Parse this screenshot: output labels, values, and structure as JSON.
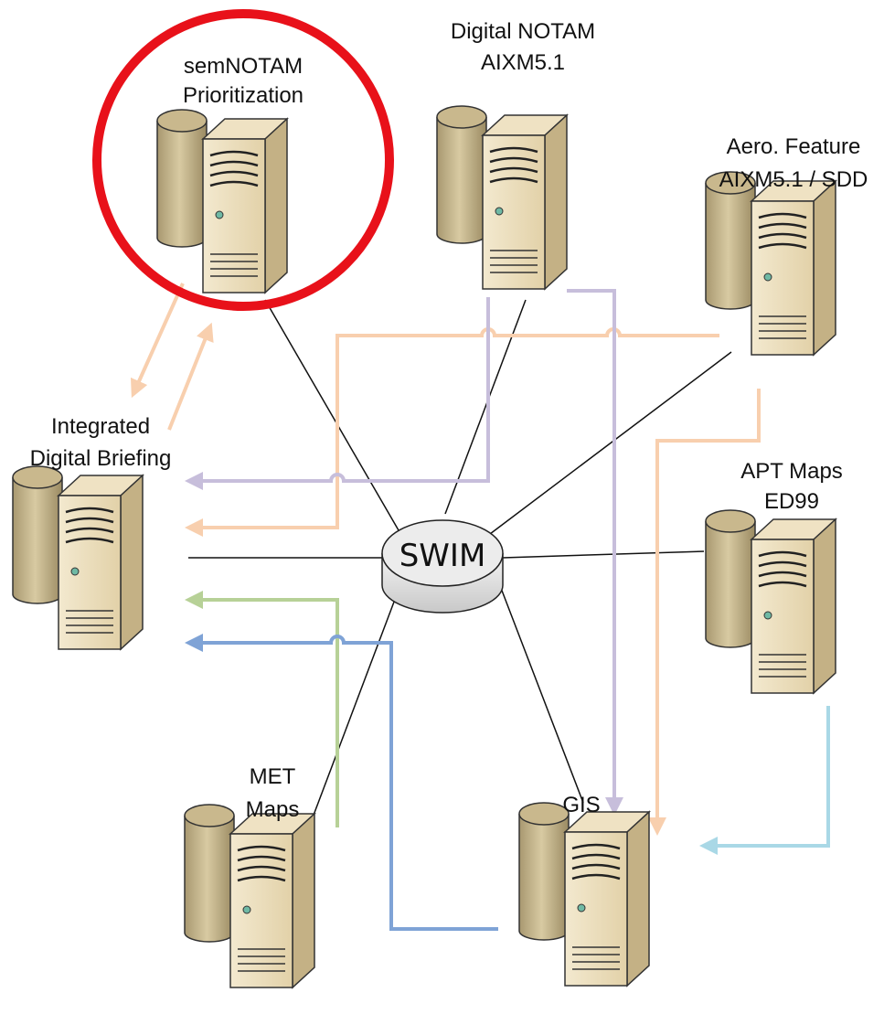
{
  "nodes": {
    "semnotam": {
      "label_line1": "semNOTAM",
      "label_line2": "Prioritization"
    },
    "digital_notam": {
      "label_line1": "Digital NOTAM",
      "label_line2": "AIXM5.1"
    },
    "aero_feature": {
      "label_line1": "Aero. Feature",
      "label_line2": "AIXM5.1 / SDD"
    },
    "integrated_briefing": {
      "label_line1": "Integrated",
      "label_line2": "Digital Briefing"
    },
    "apt_maps": {
      "label_line1": "APT Maps",
      "label_line2": "ED99"
    },
    "met_maps": {
      "label_line1": "MET",
      "label_line2": "Maps"
    },
    "gis": {
      "label_line1": "GIS"
    }
  },
  "hub": {
    "label": "SWIM"
  },
  "colors": {
    "highlight_ring": "#e8111a",
    "aero_flow": "#f8cfae",
    "notam_flow": "#c7bedb",
    "met_flow": "#b7d197",
    "gis_flow": "#7fa3d6",
    "apt_flow": "#a9d8e6",
    "server_body": "#e6d7b5",
    "db_cylinder": "#c9b88d"
  }
}
